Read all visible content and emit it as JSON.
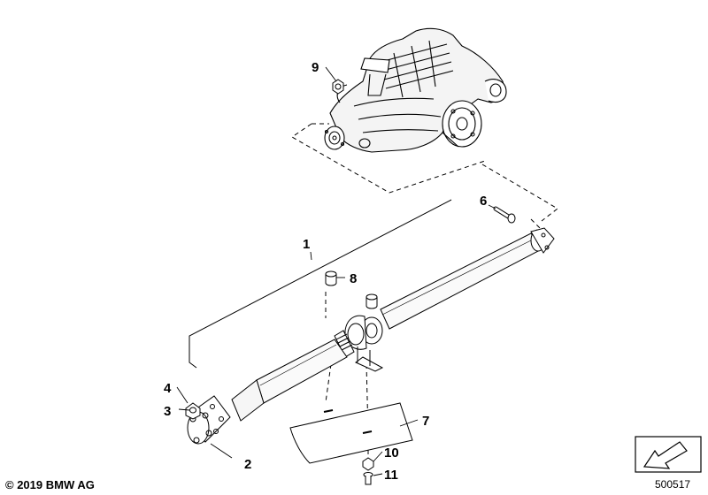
{
  "callouts": [
    {
      "id": "1",
      "label": "1"
    },
    {
      "id": "2",
      "label": "2"
    },
    {
      "id": "3",
      "label": "3"
    },
    {
      "id": "4",
      "label": "4"
    },
    {
      "id": "6",
      "label": "6"
    },
    {
      "id": "7",
      "label": "7"
    },
    {
      "id": "8",
      "label": "8"
    },
    {
      "id": "9",
      "label": "9"
    },
    {
      "id": "10",
      "label": "10"
    },
    {
      "id": "11",
      "label": "11"
    }
  ],
  "footer": {
    "copyright": "© 2019 BMW AG",
    "diagram_number": "500517"
  },
  "icons": {
    "nav_arrow": "arrow-down-left-icon"
  }
}
